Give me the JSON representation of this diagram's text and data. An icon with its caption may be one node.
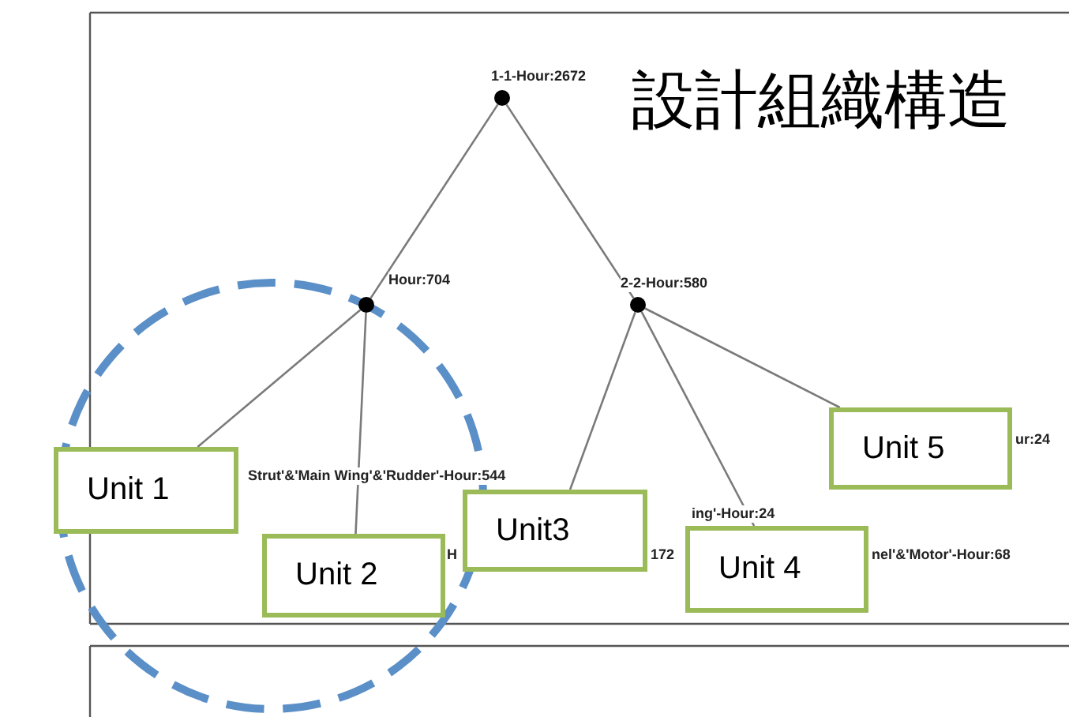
{
  "diagram": {
    "title": "設計組織構造",
    "nodes": [
      {
        "text": [],
        "shape": "circle",
        "beside": [
          "1-1-Hour:2672"
        ]
      },
      {
        "text": [],
        "shape": "circle",
        "beside": [
          "Hour:704"
        ]
      },
      {
        "text": [],
        "shape": "circle",
        "beside": [
          "2-2-Hour:580"
        ]
      },
      {
        "text": [
          "Unit 1"
        ]
      },
      {
        "text": [
          "Unit 2"
        ]
      },
      {
        "text": [
          "Unit3"
        ]
      },
      {
        "text": [
          "Unit 4"
        ]
      },
      {
        "text": [
          "Unit 5"
        ]
      }
    ],
    "edges": [
      {
        "from": 0,
        "to": 1,
        "arrow": "none"
      },
      {
        "from": 0,
        "to": 2,
        "arrow": "none"
      },
      {
        "from": 1,
        "to": 3,
        "arrow": "none"
      },
      {
        "from": 1,
        "to": 4,
        "arrow": "none"
      },
      {
        "from": 2,
        "to": 5,
        "arrow": "none"
      },
      {
        "from": 2,
        "to": 6,
        "arrow": "none"
      },
      {
        "from": 2,
        "to": 7,
        "arrow": "none"
      }
    ],
    "labels": [
      "ur:24",
      "Strut'&'Main Wing'&'Rudder'-Hour:544",
      "ing'-Hour:24",
      "H",
      "172",
      "nel'&'Motor'-Hour:68"
    ]
  }
}
